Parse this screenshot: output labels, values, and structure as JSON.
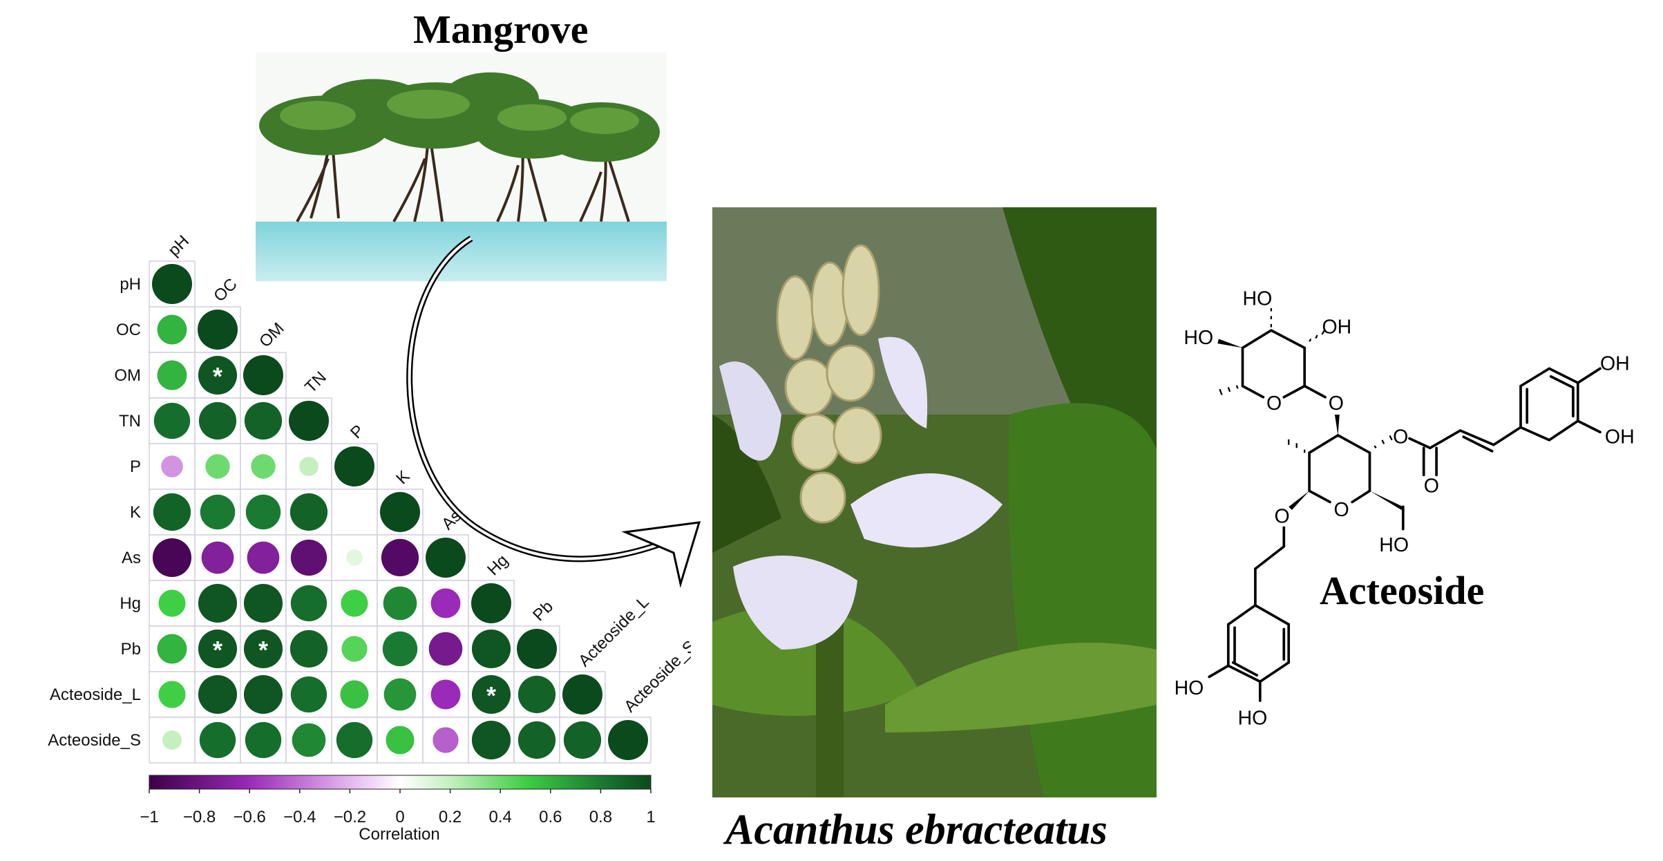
{
  "titles": {
    "habitat": "Mangrove",
    "species": "Acanthus ebracteatus",
    "compound": "Acteoside"
  },
  "structure_labels": {
    "ho_top": "HO",
    "ho_left": "HO",
    "oh_rha": "OH",
    "o_ring_rha": "O",
    "o_glyco": "O",
    "o_ester": "O",
    "o_carbonyl": "O",
    "o_ring_glc": "O",
    "o_aglycone": "O",
    "ho_ch2": "HO",
    "oh_caff_1": "OH",
    "oh_caff_2": "OH",
    "ho_phe_1": "HO",
    "ho_phe_2": "HO"
  },
  "colors": {
    "neg_strong": "#3d0048",
    "neg_mid": "#9a2ab8",
    "neg_weak": "#e4b6ef",
    "zero": "#ffffff",
    "pos_weak": "#c6efc0",
    "pos_mid": "#3fcf45",
    "pos_strong": "#0b4a1c"
  },
  "chart_data": {
    "type": "heatmap",
    "subtype": "correlation-circle-lower-triangle",
    "variables": [
      "pH",
      "OC",
      "OM",
      "TN",
      "P",
      "K",
      "As",
      "Hg",
      "Pb",
      "Acteoside_L",
      "Acteoside_S"
    ],
    "matrix_lower": [
      [
        1
      ],
      [
        0.6,
        1
      ],
      [
        0.6,
        0.95,
        1
      ],
      [
        0.85,
        0.9,
        0.9,
        1
      ],
      [
        -0.3,
        0.4,
        0.4,
        0.2,
        1
      ],
      [
        0.9,
        0.8,
        0.8,
        0.9,
        0.0,
        1
      ],
      [
        -0.95,
        -0.7,
        -0.7,
        -0.85,
        0.1,
        -0.9,
        1
      ],
      [
        0.5,
        0.95,
        0.95,
        0.85,
        0.5,
        0.75,
        -0.6,
        1
      ],
      [
        0.6,
        0.95,
        0.95,
        0.9,
        0.45,
        0.8,
        -0.75,
        0.95,
        1
      ],
      [
        0.5,
        0.95,
        0.95,
        0.85,
        0.55,
        0.7,
        -0.6,
        0.95,
        0.9,
        1
      ],
      [
        0.2,
        0.85,
        0.85,
        0.75,
        0.85,
        0.55,
        -0.45,
        0.95,
        0.9,
        0.9,
        1
      ]
    ],
    "significant": [
      [
        "OM",
        "OC"
      ],
      [
        "Pb",
        "OC"
      ],
      [
        "Pb",
        "OM"
      ],
      [
        "Acteoside_L",
        "Hg"
      ]
    ],
    "significance_marker": "*",
    "colorbar": {
      "label": "Correlation",
      "range": [
        -1,
        1
      ],
      "ticks": [
        "-1",
        "-0.8",
        "-0.6",
        "-0.4",
        "-0.2",
        "0",
        "0.2",
        "0.4",
        "0.6",
        "0.8",
        "1"
      ],
      "placement": "bottom"
    }
  }
}
